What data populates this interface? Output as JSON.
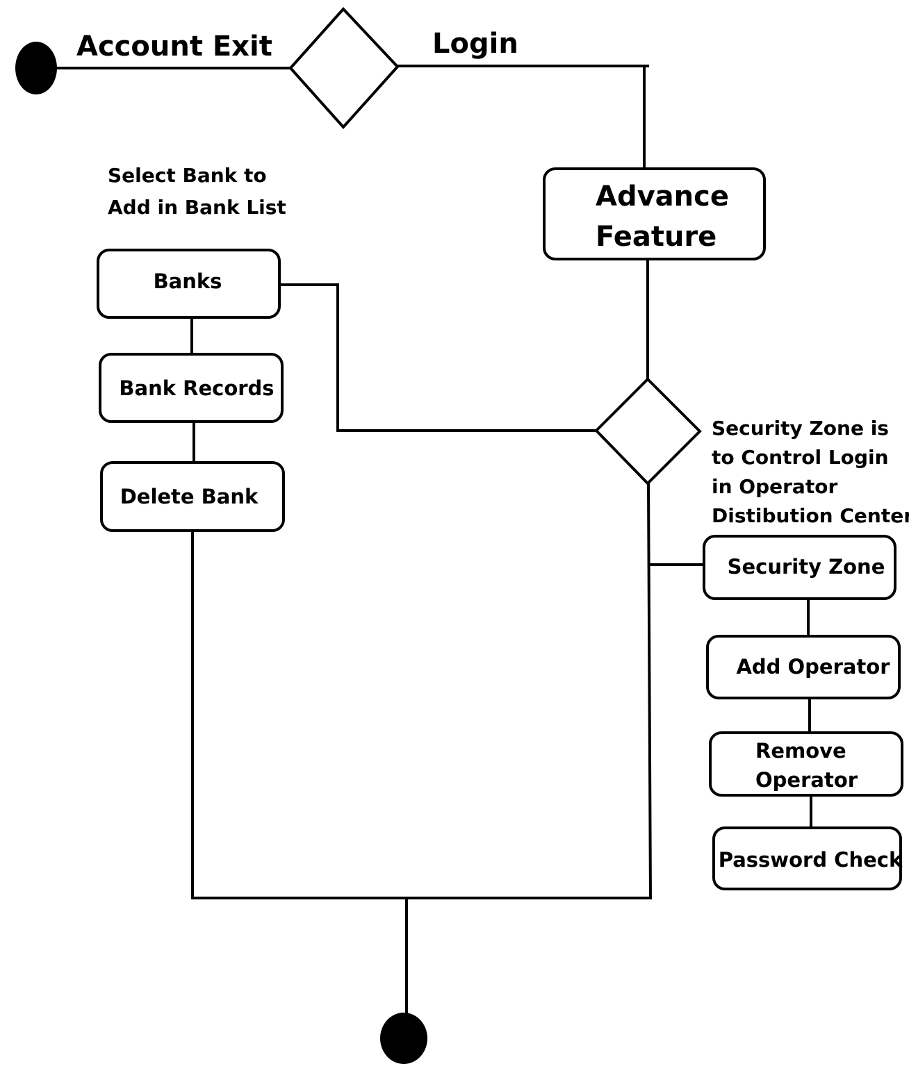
{
  "diagram": {
    "edge_labels": {
      "account_exit": "Account Exit",
      "login": "Login"
    },
    "notes": {
      "select_bank": [
        "Select Bank to",
        "Add in Bank List"
      ],
      "security_zone": [
        "Security Zone is",
        "to Control Login",
        "in Operator",
        "Distibution Center"
      ]
    },
    "nodes": {
      "advance_feature": [
        "Advance",
        "Feature"
      ],
      "banks": "Banks",
      "bank_records": "Bank Records",
      "delete_bank": "Delete Bank",
      "security_zone": "Security Zone",
      "add_operator": "Add Operator",
      "remove_operator": [
        "Remove",
        "Operator"
      ],
      "password_check": "Password Check"
    }
  }
}
